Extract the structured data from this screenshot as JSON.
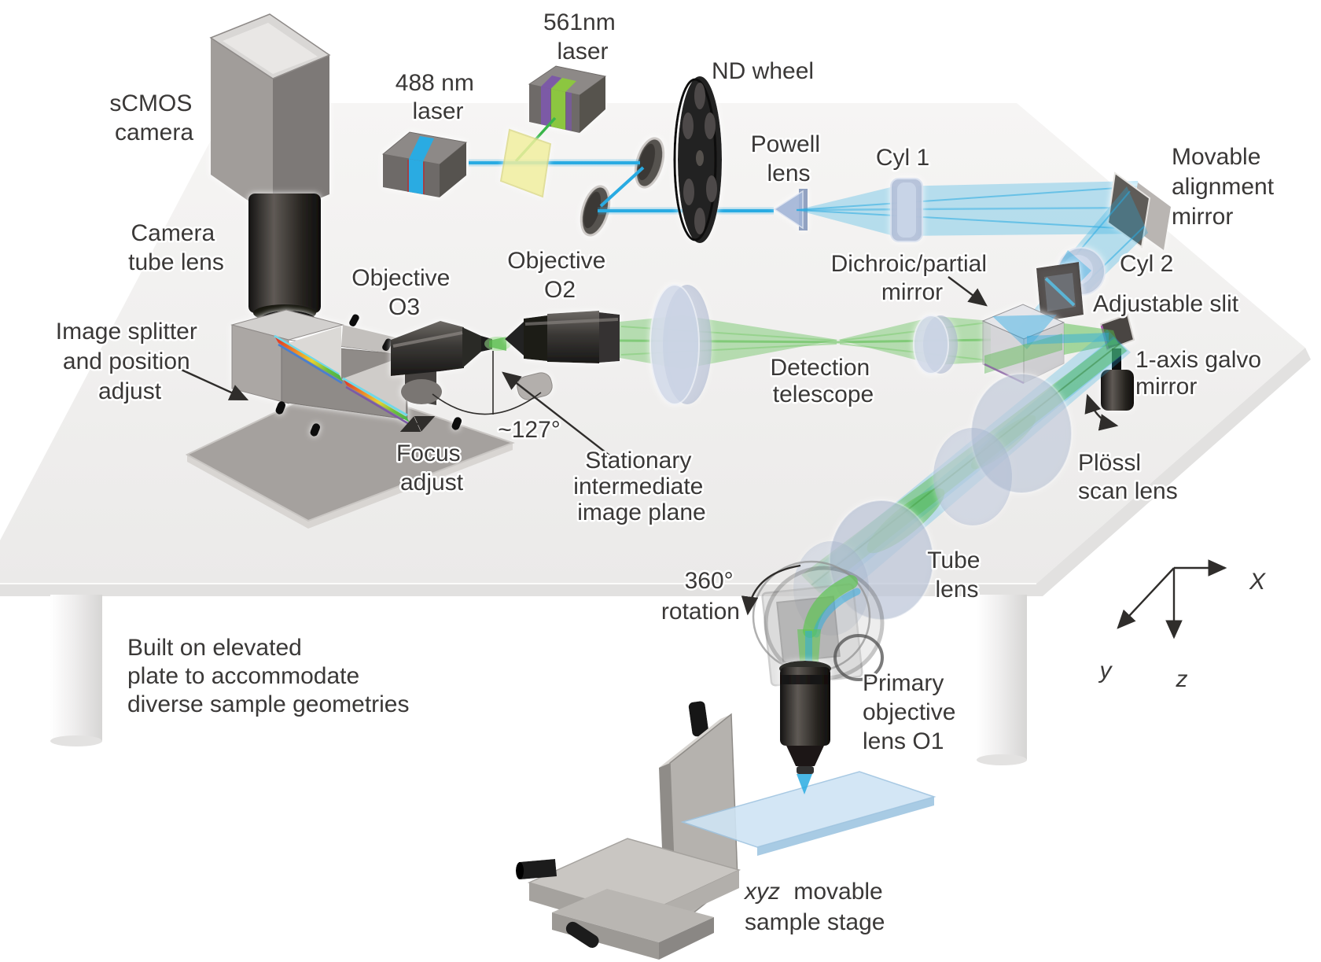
{
  "labels": {
    "scmos_camera": {
      "l1": "sCMOS",
      "l2": "camera"
    },
    "camera_tube_lens": {
      "l1": "Camera",
      "l2": "tube lens"
    },
    "laser_488": {
      "l1": "488 nm",
      "l2": "laser"
    },
    "laser_561": {
      "l1": "561nm",
      "l2": "laser"
    },
    "nd_wheel": {
      "l1": "ND wheel"
    },
    "powell_lens": {
      "l1": "Powell",
      "l2": "lens"
    },
    "cyl1": {
      "l1": "Cyl 1"
    },
    "movable_alignment_mirror": {
      "l1": "Movable",
      "l2": "alignment",
      "l3": "mirror"
    },
    "cyl2": {
      "l1": "Cyl 2"
    },
    "adjustable_slit": {
      "l1": "Adjustable slit"
    },
    "dichroic_mirror": {
      "l1": "Dichroic/partial",
      "l2": "mirror"
    },
    "galvo": {
      "l1": "1-axis galvo",
      "l2": "mirror"
    },
    "plossl": {
      "l1": "Plössl",
      "l2": "scan lens"
    },
    "detection_telescope": {
      "l1": "Detection",
      "l2": "telescope"
    },
    "objective_o3": {
      "l1": "Objective",
      "l2": "O3"
    },
    "objective_o2": {
      "l1": "Objective",
      "l2": "O2"
    },
    "image_splitter": {
      "l1": "Image splitter",
      "l2": "and position",
      "l3": "adjust"
    },
    "focus_adjust": {
      "l1": "Focus",
      "l2": "adjust"
    },
    "angle": {
      "l1": "~127°"
    },
    "stationary_plane": {
      "l1": "Stationary",
      "l2": "intermediate",
      "l3": "image plane"
    },
    "rotation": {
      "l1": "360°",
      "l2": "rotation"
    },
    "tube_lens": {
      "l1": "Tube",
      "l2": "lens"
    },
    "primary_objective": {
      "l1": "Primary",
      "l2": "objective",
      "l3": "lens O1"
    },
    "elevated_plate_note": {
      "l1": "Built on elevated",
      "l2": "plate to accommodate",
      "l3": "diverse sample geometries"
    },
    "sample_stage": {
      "xyz": "xyz",
      "l1": "movable",
      "l2": "sample stage"
    },
    "axes": {
      "x": "X",
      "y": "y",
      "z": "z"
    }
  },
  "colors": {
    "beam_blue": "#29abe2",
    "beam_green": "#55bb4a",
    "laser_stripe_blue": "#29abe2",
    "laser_stripe_green": "#8cc63f",
    "laser_stripe_purple": "#7b5aa6",
    "combiner_yellow": "#f2f0a0",
    "lens_glass": "#aebcd8",
    "table_gray": "#f1f0ef",
    "label_text": "#3a3837"
  }
}
